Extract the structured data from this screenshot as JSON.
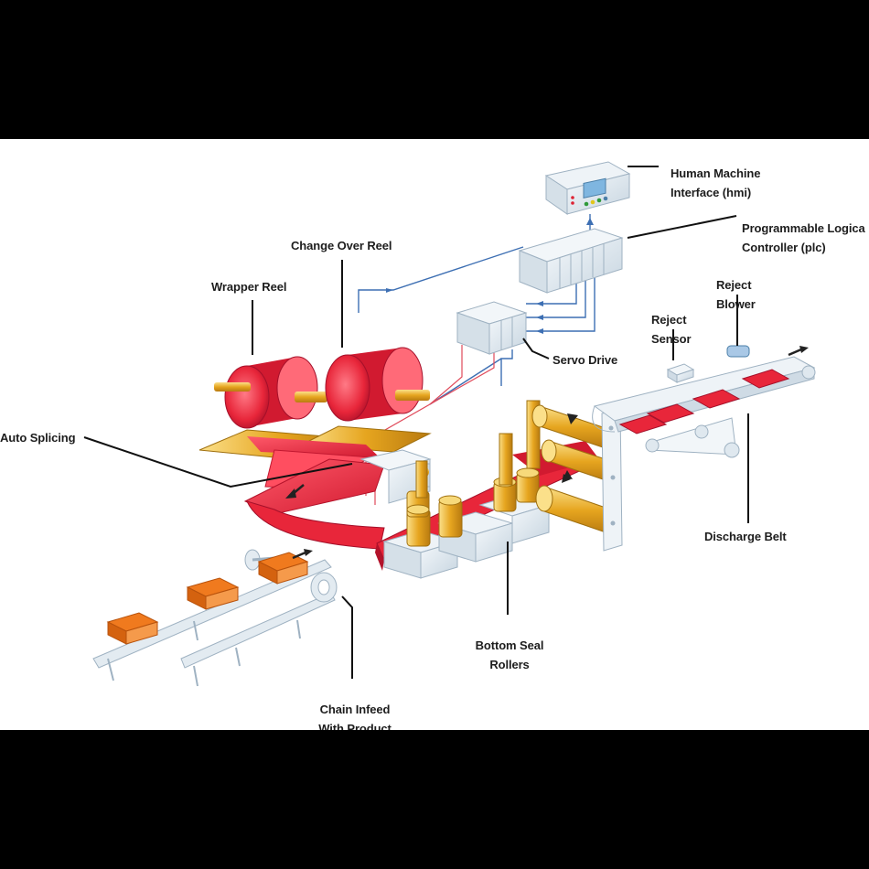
{
  "labels": {
    "hmi": [
      "Human Machine",
      "Interface (hmi)"
    ],
    "plc": [
      "Programmable Logica",
      "Controller (plc)"
    ],
    "reject_sensor": [
      "Reject",
      "Sensor"
    ],
    "reject_blower": [
      "Reject",
      "Blower"
    ],
    "change_over_reel": "Change Over Reel",
    "wrapper_reel": "Wrapper Reel",
    "servo_drive": "Servo Drive",
    "auto_splicing": "Auto Splicing",
    "discharge_belt": "Discharge Belt",
    "bottom_seal_rollers": [
      "Bottom Seal",
      "Rollers"
    ],
    "chain_infeed": [
      "Chain Infeed",
      "With Product"
    ]
  },
  "colors": {
    "film_red": "#e8263a",
    "roller_gold": "#e6a51f",
    "product_orange": "#f07a1e",
    "machine_blue_grey": "#dfe8ef",
    "signal_line": "#3d6fb3",
    "leader_line": "#111111"
  }
}
